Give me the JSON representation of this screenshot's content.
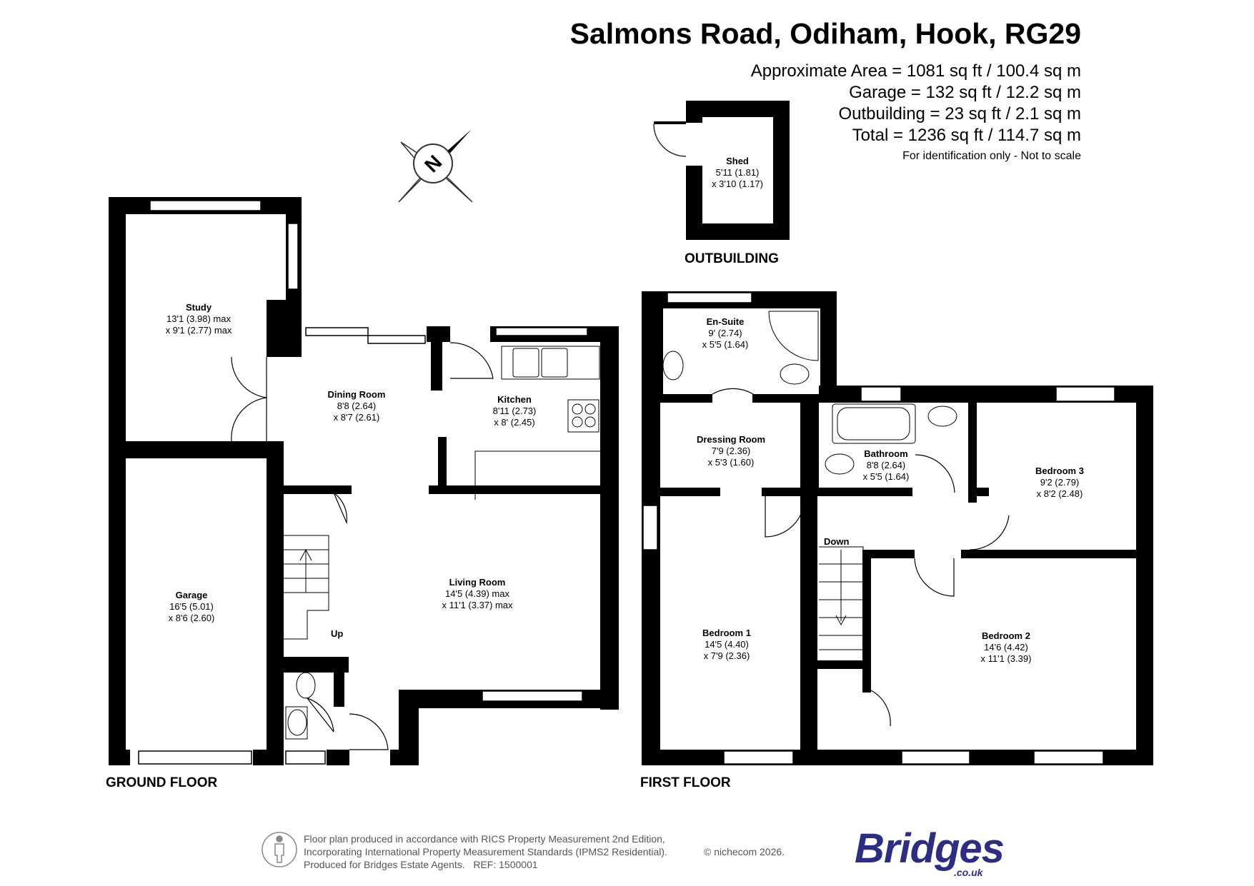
{
  "header": {
    "title": "Salmons Road, Odiham, Hook, RG29",
    "areas": [
      "Approximate Area = 1081 sq ft / 100.4 sq m",
      "Garage  = 132 sq ft / 12.2 sq m",
      "Outbuilding = 23 sq ft / 2.1 sq m",
      "Total = 1236 sq ft / 114.7 sq m"
    ],
    "note": "For identification only - Not to scale"
  },
  "compass": {
    "label": "N"
  },
  "floors": {
    "outbuilding": "OUTBUILDING",
    "ground": "GROUND FLOOR",
    "first": "FIRST FLOOR"
  },
  "rooms": {
    "shed": {
      "name": "Shed",
      "dims": [
        "5'11 (1.81)",
        "x 3'10 (1.17)"
      ]
    },
    "study": {
      "name": "Study",
      "dims": [
        "13'1 (3.98) max",
        "x 9'1 (2.77) max"
      ]
    },
    "dining": {
      "name": "Dining Room",
      "dims": [
        "8'8 (2.64)",
        "x 8'7 (2.61)"
      ]
    },
    "kitchen": {
      "name": "Kitchen",
      "dims": [
        "8'11 (2.73)",
        "x 8' (2.45)"
      ]
    },
    "living": {
      "name": "Living Room",
      "dims": [
        "14'5 (4.39) max",
        "x 11'1 (3.37) max"
      ]
    },
    "garage": {
      "name": "Garage",
      "dims": [
        "16'5 (5.01)",
        "x 8'6 (2.60)"
      ]
    },
    "ensuite": {
      "name": "En-Suite",
      "dims": [
        "9' (2.74)",
        "x 5'5 (1.64)"
      ]
    },
    "dressing": {
      "name": "Dressing Room",
      "dims": [
        "7'9 (2.36)",
        "x 5'3 (1.60)"
      ]
    },
    "bathroom": {
      "name": "Bathroom",
      "dims": [
        "8'8 (2.64)",
        "x 5'5 (1.64)"
      ]
    },
    "bedroom3": {
      "name": "Bedroom 3",
      "dims": [
        "9'2 (2.79)",
        "x 8'2 (2.48)"
      ]
    },
    "bedroom1": {
      "name": "Bedroom 1",
      "dims": [
        "14'5 (4.40)",
        "x 7'9 (2.36)"
      ]
    },
    "bedroom2": {
      "name": "Bedroom 2",
      "dims": [
        "14'6 (4.42)",
        "x 11'1 (3.39)"
      ]
    }
  },
  "stairs": {
    "up": "Up",
    "down": "Down"
  },
  "footer": {
    "lines": [
      "Floor plan produced in accordance with RICS Property Measurement 2nd Edition,",
      "Incorporating International Property Measurement Standards (IPMS2 Residential).",
      "Produced for Bridges Estate Agents.   REF: 1500001"
    ],
    "copyright": "© nichecom 2026.",
    "logo": "Bridges",
    "logo_sub": ".co.uk"
  },
  "colors": {
    "wall": "#000000",
    "brand": "#2d2e83",
    "footer_text": "#555555"
  }
}
